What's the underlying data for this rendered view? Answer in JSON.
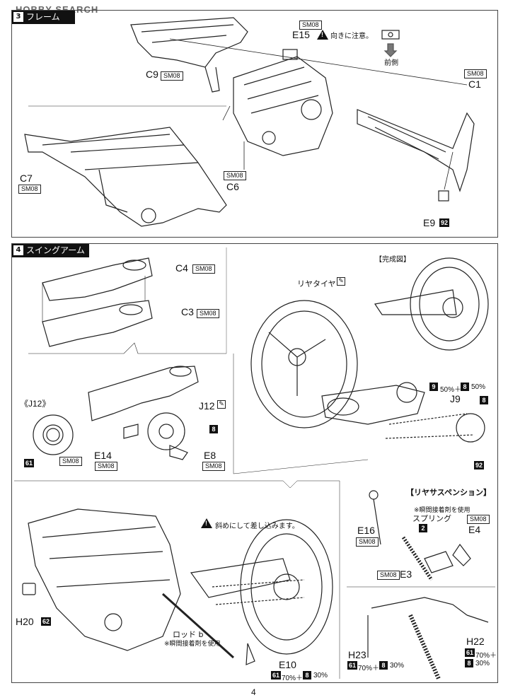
{
  "brand": {
    "logo_text": "HOBBY SEARCH"
  },
  "step3": {
    "number": "3",
    "title": "フレーム",
    "parts": {
      "c9": "C9",
      "c9_tag": "SM08",
      "e15": "E15",
      "e15_tag": "SM08",
      "e15_note": "向きに注意。",
      "front_label": "前側",
      "c1": "C1",
      "c1_tag": "SM08",
      "c7": "C7",
      "c7_tag": "SM08",
      "c6": "C6",
      "c6_tag": "SM08",
      "e9": "E9",
      "e9_chip": "92"
    }
  },
  "step4": {
    "number": "4",
    "title": "スイングアーム",
    "parts": {
      "c4": "C4",
      "c4_tag": "SM08",
      "c3": "C3",
      "c3_tag": "SM08",
      "j12_header": "《J12》",
      "j12_chip": "61",
      "j12_tag": "SM08",
      "j12": "J12",
      "j12_chip2": "8",
      "e14": "E14",
      "e14_tag": "SM08",
      "e8": "E8",
      "e8_tag": "SM08",
      "complete": "【完成図】",
      "rear_tire": "リヤタイヤ",
      "mix_a_chip": "9",
      "mix_a_pct": "50%＋",
      "mix_b_chip": "8",
      "mix_b_pct": "50%",
      "j9": "J9",
      "j9_chip": "8",
      "j9_chip2": "92"
    }
  },
  "assembly": {
    "note_diag": "斜めにして差し込みます。",
    "h20": "H20",
    "h20_chip": "62",
    "rod": "ロッド b",
    "rod_note": "※瞬間接着剤を使用",
    "e10": "E10",
    "e10_mix": {
      "chip1": "61",
      "pct1": "70%＋",
      "chip2": "8",
      "pct2": "30%"
    }
  },
  "rear_suspension": {
    "title": "【リヤサスペンション】",
    "note": "※瞬間接着剤を使用",
    "spring": "スプリング",
    "spring_chip": "2",
    "e16": "E16",
    "e16_tag": "SM08",
    "e4": "E4",
    "e4_tag": "SM08",
    "e3": "E3",
    "e3_tag": "SM08",
    "h22": "H22",
    "h22_chip1": "61",
    "h22_pct1": "70%＋",
    "h22_chip2": "8",
    "h22_pct2": "30%",
    "h23": "H23",
    "h23_chip1": "61",
    "h23_pct1": "70%＋",
    "h23_chip2": "8",
    "h23_pct2": "30%"
  },
  "page_number": "4"
}
